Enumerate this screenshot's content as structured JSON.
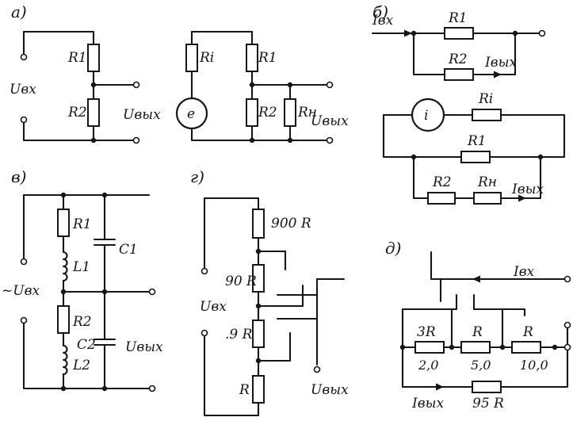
{
  "panels": {
    "a": {
      "label": "а)",
      "left": {
        "r1": "R1",
        "r2": "R2",
        "input": "Uвх",
        "output": "Uвых"
      },
      "right": {
        "ri": "Ri",
        "source": "e",
        "r1": "R1",
        "r2": "R2",
        "rn": "Rн",
        "output": "Uвых"
      }
    },
    "b": {
      "label": "б)",
      "top": {
        "input": "Iвх",
        "r1": "R1",
        "r2": "R2",
        "output": "Iвых"
      },
      "bottom": {
        "source": "i",
        "ri": "Ri",
        "r1": "R1",
        "r2": "R2",
        "rn": "Rн",
        "output": "Iвых"
      }
    },
    "v": {
      "label": "в)",
      "r1": "R1",
      "l1": "L1",
      "c1": "C1",
      "r2": "R2",
      "l2": "L2",
      "c2": "C2",
      "input": "~Uвх",
      "output": "Uвых"
    },
    "g": {
      "label": "г)",
      "r900": "900 R",
      "r90": "90 R",
      "r9": ".9 R",
      "r": "R",
      "input": "Uвх",
      "output": "Uвых"
    },
    "d": {
      "label": "д)",
      "input": "Iвх",
      "output": "Iвых",
      "r3": "3R",
      "rr": "R",
      "rrr": "R",
      "r95": "95 R",
      "v1": "2,0",
      "v2": "5,0",
      "v3": "10,0"
    }
  }
}
